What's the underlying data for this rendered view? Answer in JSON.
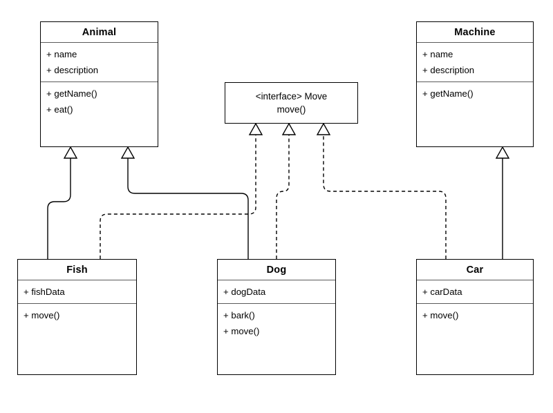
{
  "diagram": {
    "kind": "uml-class-diagram",
    "background": "#ffffff",
    "line_color": "#000000",
    "separator_color": "#5a5a5a",
    "classes": [
      {
        "id": "animal",
        "name": "Animal",
        "attributes": [
          "+ name",
          "+ description"
        ],
        "operations": [
          "+ getName()",
          "+ eat()"
        ]
      },
      {
        "id": "machine",
        "name": "Machine",
        "attributes": [
          "+ name",
          "+ description"
        ],
        "operations": [
          "+ getName()"
        ]
      },
      {
        "id": "fish",
        "name": "Fish",
        "attributes": [
          "+ fishData"
        ],
        "operations": [
          "+ move()"
        ]
      },
      {
        "id": "dog",
        "name": "Dog",
        "attributes": [
          "+ dogData"
        ],
        "operations": [
          "+ bark()",
          "+ move()"
        ]
      },
      {
        "id": "car",
        "name": "Car",
        "attributes": [
          "+ carData"
        ],
        "operations": [
          "+ move()"
        ]
      }
    ],
    "interface": {
      "id": "move",
      "stereotype_and_name": "<interface> Move",
      "operation": "move()"
    },
    "relationships": [
      {
        "id": "fish-extends-animal",
        "from": "Fish",
        "to": "Animal",
        "type": "generalization",
        "style": "solid"
      },
      {
        "id": "dog-extends-animal",
        "from": "Dog",
        "to": "Animal",
        "type": "generalization",
        "style": "solid"
      },
      {
        "id": "car-extends-machine",
        "from": "Car",
        "to": "Machine",
        "type": "generalization",
        "style": "solid"
      },
      {
        "id": "fish-implements-move",
        "from": "Fish",
        "to": "Move",
        "type": "realization",
        "style": "dashed"
      },
      {
        "id": "dog-implements-move",
        "from": "Dog",
        "to": "Move",
        "type": "realization",
        "style": "dashed"
      },
      {
        "id": "car-implements-move",
        "from": "Car",
        "to": "Move",
        "type": "realization",
        "style": "dashed"
      }
    ]
  }
}
